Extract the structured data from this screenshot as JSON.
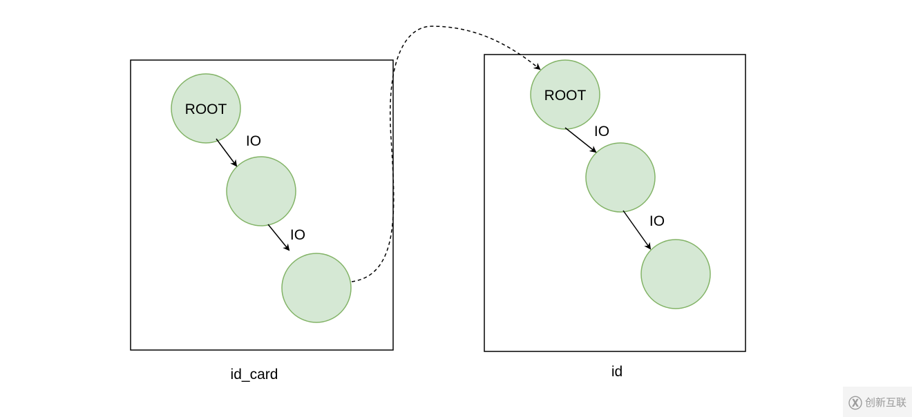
{
  "diagram": {
    "groups": [
      {
        "label": "id_card",
        "nodes": [
          {
            "label": "ROOT"
          },
          {
            "label": ""
          },
          {
            "label": ""
          }
        ],
        "edges": [
          {
            "label": "IO"
          },
          {
            "label": "IO"
          }
        ]
      },
      {
        "label": "id",
        "nodes": [
          {
            "label": "ROOT"
          },
          {
            "label": ""
          },
          {
            "label": ""
          }
        ],
        "edges": [
          {
            "label": "IO"
          },
          {
            "label": "IO"
          }
        ]
      }
    ],
    "colors": {
      "node_fill": "#d5e8d4",
      "node_stroke": "#82b366"
    }
  },
  "watermark": {
    "text": "创新互联"
  }
}
